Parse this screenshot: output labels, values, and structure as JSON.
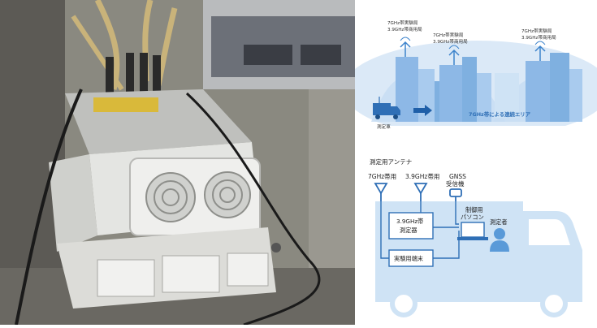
{
  "coverage_diagram": {
    "site_left": {
      "line1": "7GHz帯実験局",
      "line2": "3.9GHz帯商用局"
    },
    "site_mid": {
      "line1": "7GHz帯実験局",
      "line2": "3.9GHz帯商用局"
    },
    "site_right": {
      "line1": "7GHz帯実験局",
      "line2": "3.9GHz帯商用局"
    },
    "vehicle_label": "測定車",
    "area_label": "7GHz帯による連続エリア"
  },
  "vehicle_diagram": {
    "antenna_title": "測定用アンテナ",
    "antenna_7ghz": "7GHz帯用",
    "antenna_39ghz": "3.9GHz帯用",
    "gnss_line1": "GNSS",
    "gnss_line2": "受信機",
    "meter_line1": "3.9GHz帯",
    "meter_line2": "測定器",
    "terminal": "実験用端末",
    "pc_line1": "制御用",
    "pc_line2": "パソコン",
    "operator": "測定者"
  },
  "colors": {
    "diagram_blue": "#3d84cc",
    "light_blue": "#cfe3f5",
    "building_blue": "#7fb0e0",
    "photo_bg": "#7a7a72"
  }
}
